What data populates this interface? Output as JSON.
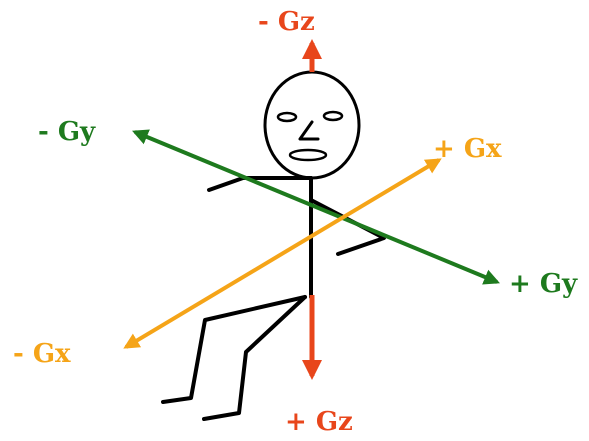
{
  "colors": {
    "gz": "#e8461b",
    "gy": "#1e7a1e",
    "gx": "#f5a418",
    "figure": "#000000",
    "background": "#ffffff"
  },
  "labels": {
    "minus_gz": "- Gz",
    "plus_gz": "+ Gz",
    "minus_gy": "- Gy",
    "plus_gy": "+ Gy",
    "minus_gx": "- Gx",
    "plus_gx": "+ Gx"
  }
}
